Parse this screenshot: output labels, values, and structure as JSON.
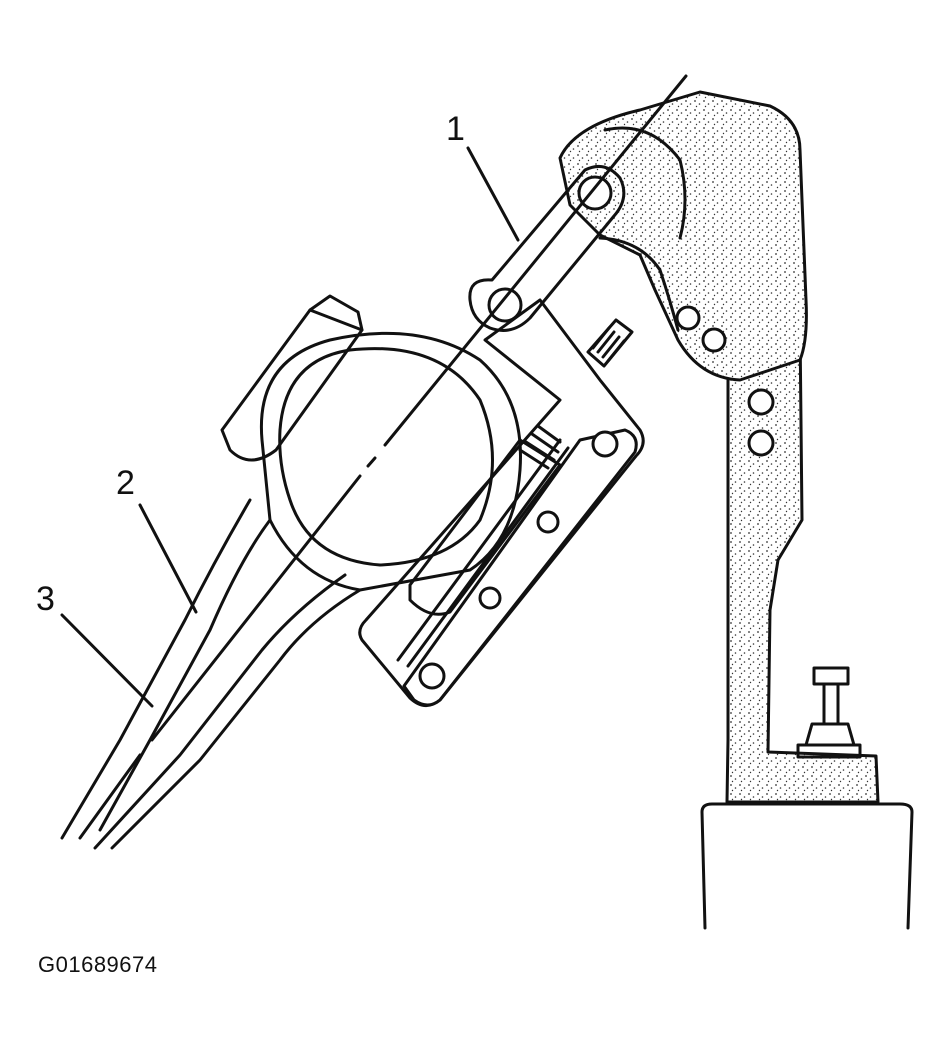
{
  "labels": {
    "item_1": "1",
    "item_2": "2",
    "item_3": "3"
  },
  "figure_id": "G01689674",
  "colors": {
    "ink": "#111111",
    "stipple_fill": "#ffffff",
    "background": "#ffffff"
  }
}
